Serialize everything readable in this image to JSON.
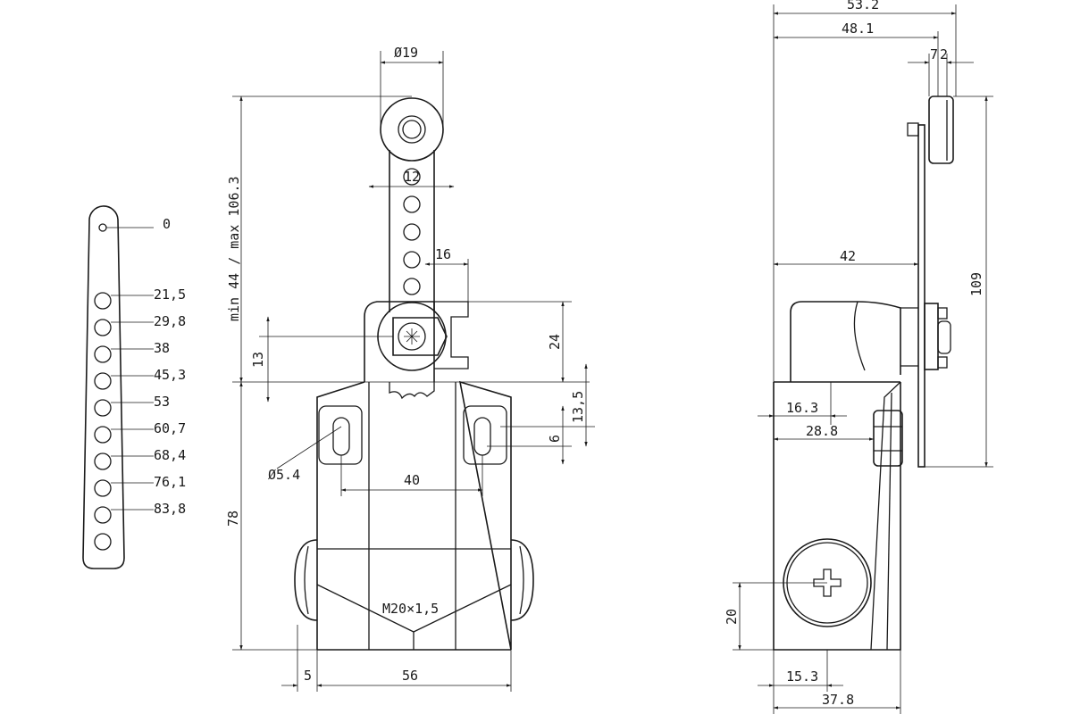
{
  "lever_strip": {
    "zero_label": "0",
    "hole_labels": [
      "21,5",
      "29,8",
      "38",
      "45,3",
      "53",
      "60,7",
      "68,4",
      "76,1",
      "83,8"
    ]
  },
  "front_view": {
    "roller_dia": "Ø19",
    "arm_width": "12",
    "hole_offset": "16",
    "lever_range": "min 44 / max 106.3",
    "pivot_height_left": "13",
    "pivot_height_right": "24",
    "top_offset": "13,5",
    "slot_height": "6",
    "mount_hole_dia": "Ø5.4",
    "hole_spacing": "40",
    "body_height": "78",
    "thread": "M20×1,5",
    "gland_offset": "5",
    "body_width": "56"
  },
  "side_view": {
    "overall_width": "53.2",
    "roller_pos": "48.1",
    "roller_t1": "7",
    "roller_t2": "2",
    "lever_offset": "42",
    "lever_height": "109",
    "slot_offset": "16.3",
    "slot_offset2": "28.8",
    "gland_height": "20",
    "gland_pos": "15.3",
    "body_depth": "37.8"
  }
}
